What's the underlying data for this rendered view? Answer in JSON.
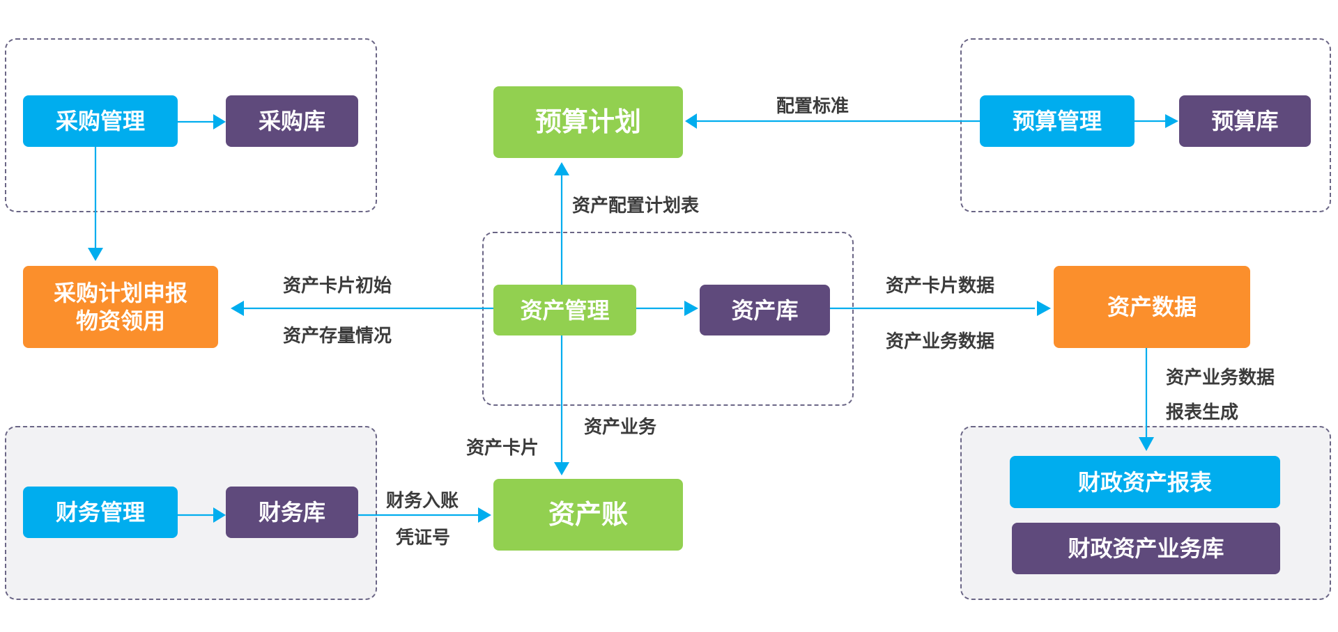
{
  "colors": {
    "arrow": "#00adee",
    "management": "#00adee",
    "database": "#5f4a7c",
    "plan_ledger": "#92d050",
    "data_output": "#fb8f2c",
    "group_border": "#6a6585",
    "label_text": "#3b3b3b"
  },
  "nodes": {
    "procurement_mgmt": "采购管理",
    "procurement_db": "采购库",
    "budget_plan": "预算计划",
    "budget_mgmt": "预算管理",
    "budget_db": "预算库",
    "asset_mgmt": "资产管理",
    "asset_db": "资产库",
    "procurement_plan_line1": "采购计划申报",
    "procurement_plan_line2": "物资领用",
    "asset_data": "资产数据",
    "finance_mgmt": "财务管理",
    "finance_db": "财务库",
    "asset_ledger": "资产账",
    "fiscal_asset_report": "财政资产报表",
    "fiscal_asset_business_db": "财政资产业务库"
  },
  "edge_labels": {
    "config_standard": "配置标准",
    "asset_config_plan_table": "资产配置计划表",
    "asset_card_init": "资产卡片初始",
    "asset_stock_status": "资产存量情况",
    "asset_card_data": "资产卡片数据",
    "asset_business_data": "资产业务数据",
    "asset_business_data_2": "资产业务数据",
    "report_generation": "报表生成",
    "asset_business": "资产业务",
    "asset_card": "资产卡片",
    "finance_posting": "财务入账",
    "voucher_no": "凭证号"
  }
}
